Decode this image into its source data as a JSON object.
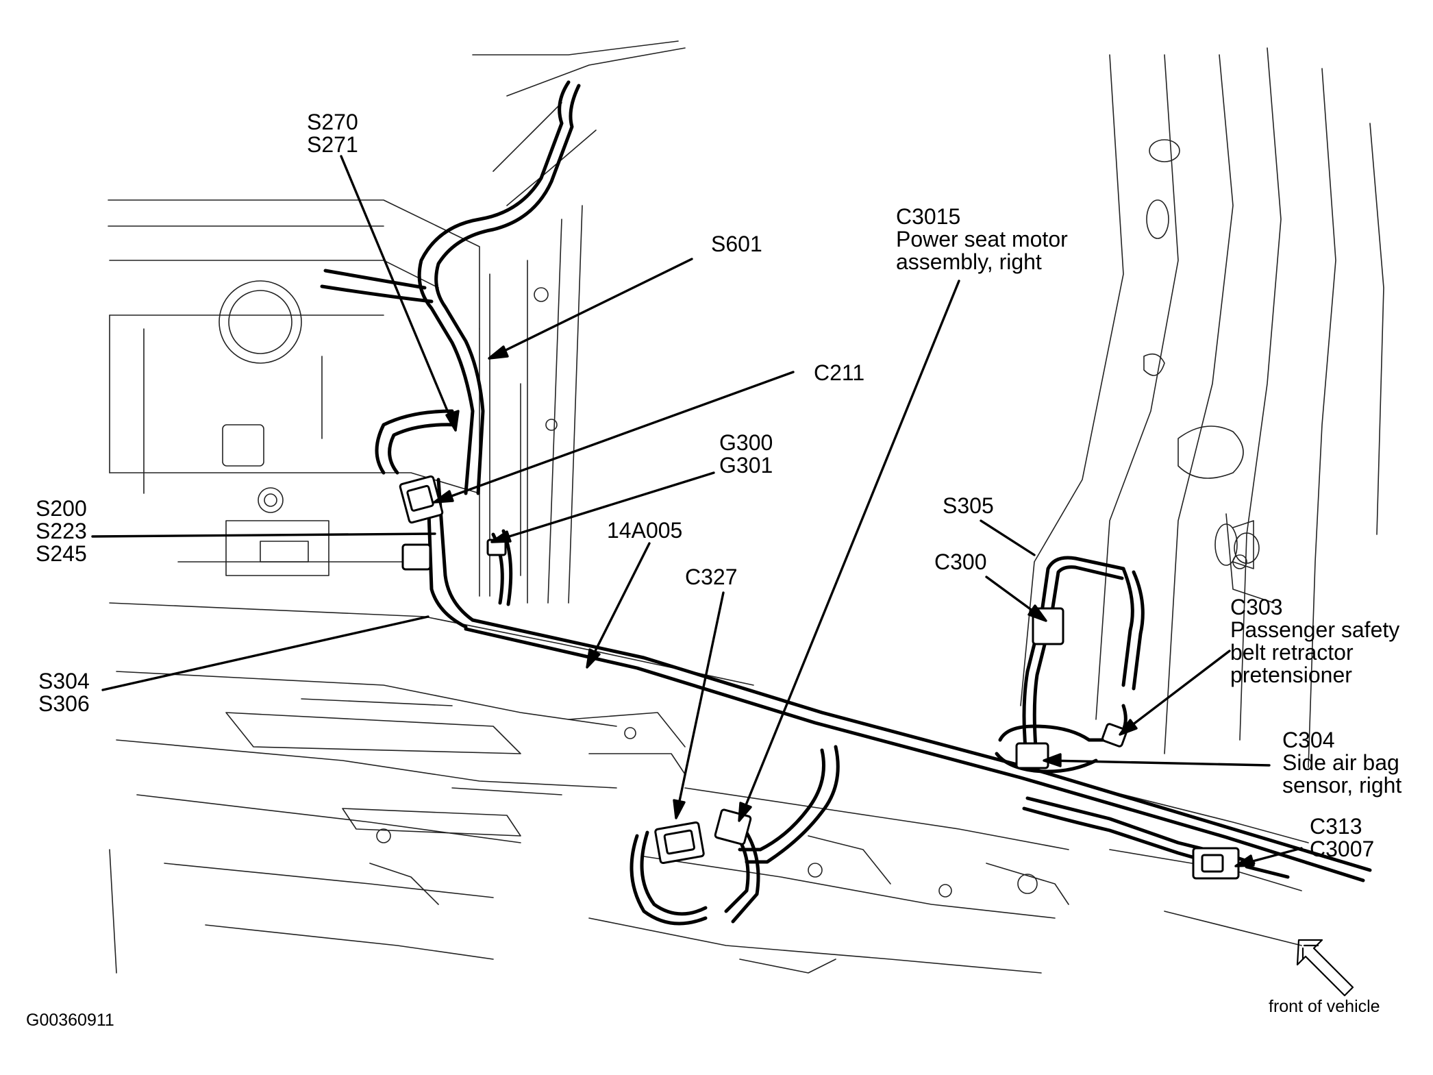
{
  "figure_id": "G00360911",
  "orientation_label": "front of vehicle",
  "callouts": {
    "s270_s271": [
      "S270",
      "S271"
    ],
    "s601": [
      "S601"
    ],
    "c3015": [
      "C3015",
      "Power seat motor",
      "assembly, right"
    ],
    "c211": [
      "C211"
    ],
    "g300_g301": [
      "G300",
      "G301"
    ],
    "s200_group": [
      "S200",
      "S223",
      "S245"
    ],
    "a14005": [
      "14A005"
    ],
    "c327": [
      "C327"
    ],
    "s305": [
      "S305"
    ],
    "c300": [
      "C300"
    ],
    "c303": [
      "C303",
      "Passenger safety",
      "belt retractor",
      "pretensioner"
    ],
    "s304_s306": [
      "S304",
      "S306"
    ],
    "c304": [
      "C304",
      "Side air bag",
      "sensor, right"
    ],
    "c313_c3007": [
      "C313",
      "C3007"
    ]
  },
  "icons": [
    "front-of-vehicle-arrow-icon"
  ]
}
